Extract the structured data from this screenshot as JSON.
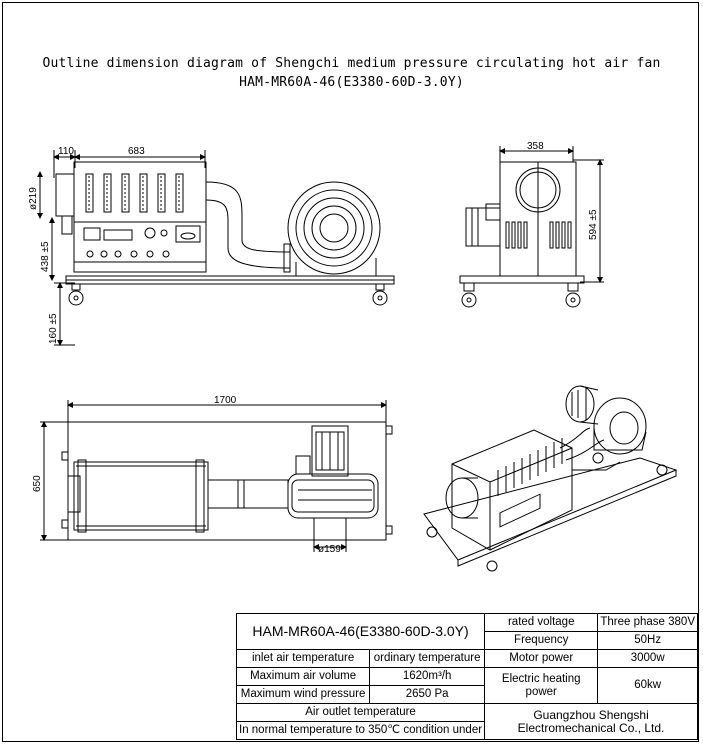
{
  "title": {
    "line1": "Outline dimension diagram of Shengchi medium pressure circulating hot air fan",
    "line2": "HAM-MR60A-46(E3380-60D-3.0Y)"
  },
  "front_view": {
    "dim_top_left": "110",
    "dim_top_width": "683",
    "dim_inlet_dia": "ø219",
    "dim_height": "438 ±5",
    "dim_wheel": "160 ±5"
  },
  "side_view": {
    "dim_width": "358",
    "dim_height": "594 ±5"
  },
  "top_view": {
    "dim_length": "1700",
    "dim_width": "650",
    "dim_outlet": "ø159"
  },
  "spec_table": {
    "model": "HAM-MR60A-46(E3380-60D-3.0Y)",
    "rated_voltage_label": "rated voltage",
    "rated_voltage_value": "Three phase 380V",
    "frequency_label": "Frequency",
    "frequency_value": "50Hz",
    "inlet_temp_label": "inlet air temperature",
    "inlet_temp_value": "ordinary temperature",
    "motor_power_label": "Motor power",
    "motor_power_value": "3000w",
    "max_volume_label": "Maximum air volume",
    "max_volume_value": "1620m³/h",
    "heating_power_label": "Electric heating power",
    "heating_power_value": "60kw",
    "max_pressure_label": "Maximum wind pressure",
    "max_pressure_value": "2650 Pa",
    "outlet_temp_label": "Air outlet temperature",
    "outlet_temp_value": "In normal temperature to 350℃ condition under",
    "company_line1": "Guangzhou Shengshi",
    "company_line2": "Electromechanical Co., Ltd."
  }
}
